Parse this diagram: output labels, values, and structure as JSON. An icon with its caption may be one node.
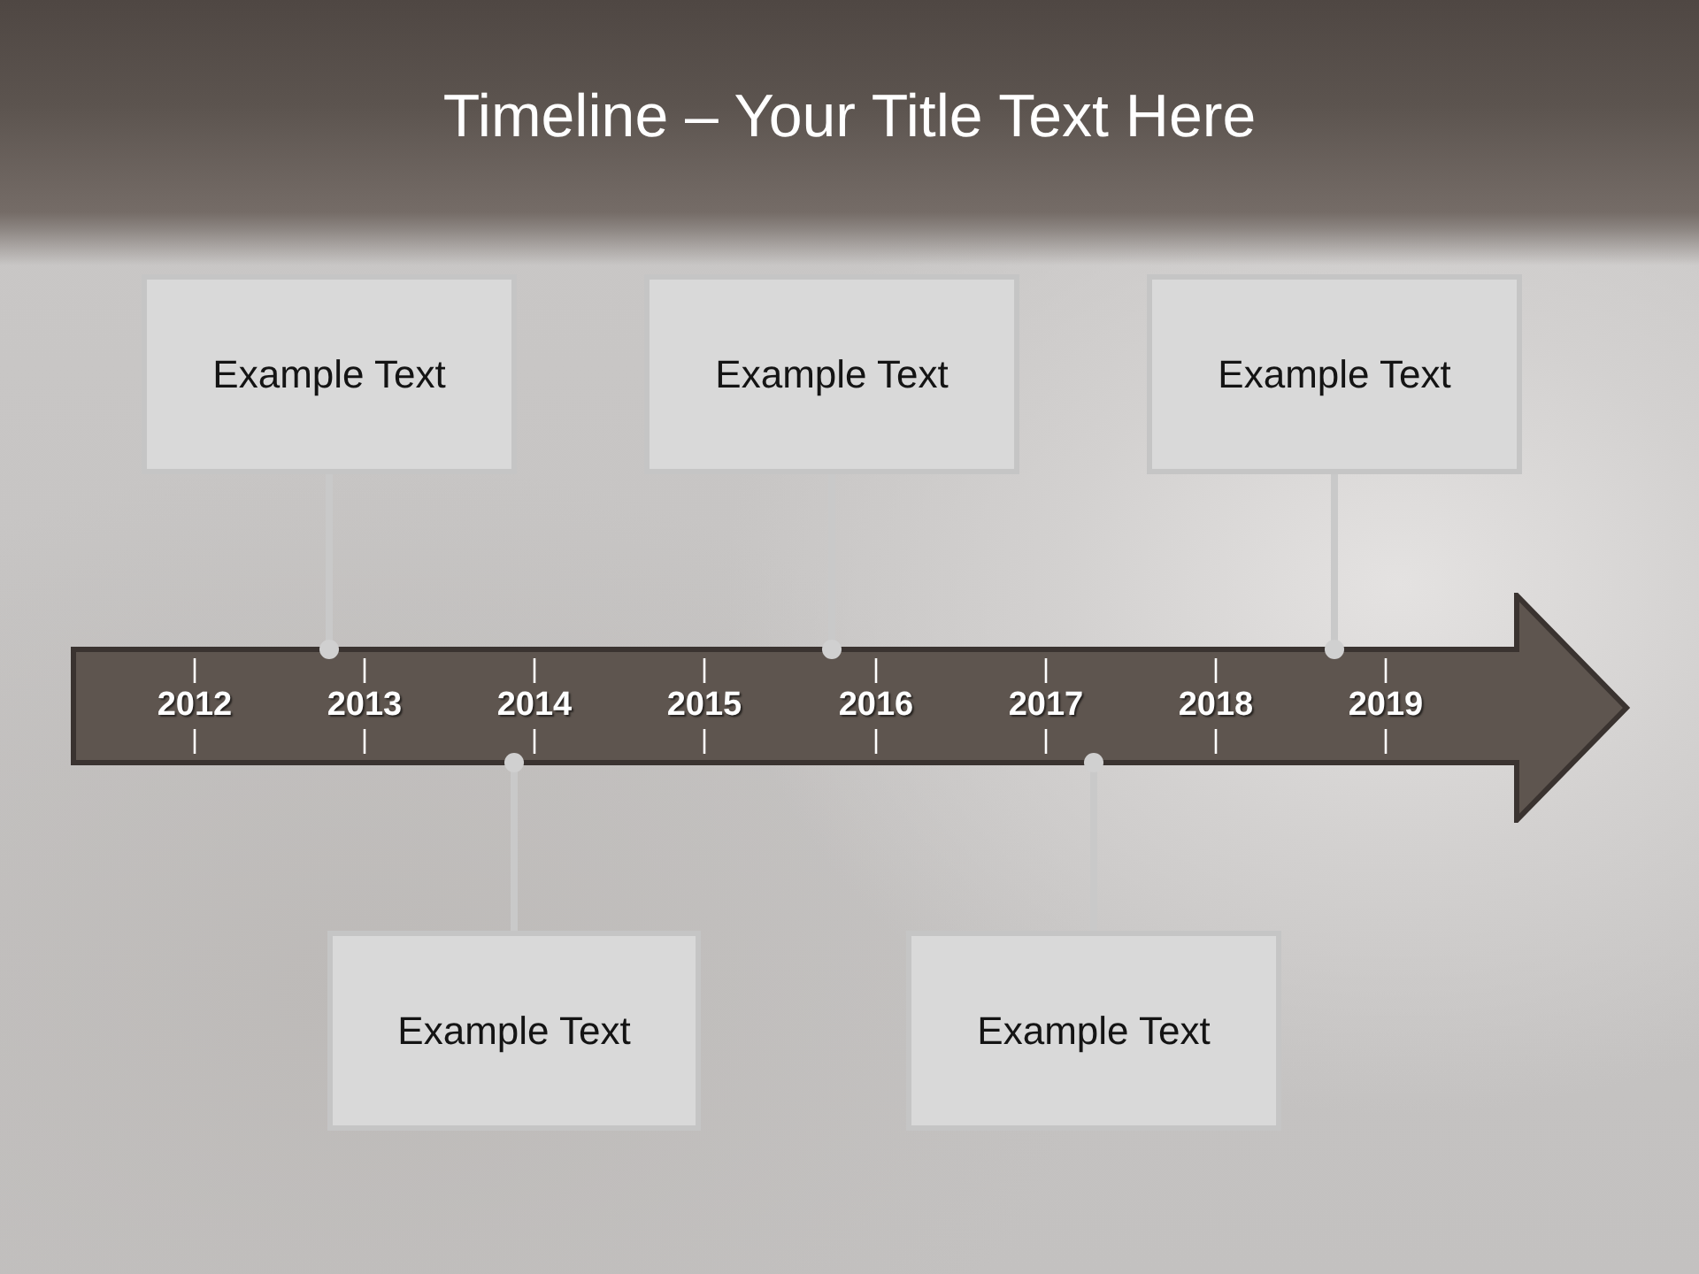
{
  "diagram": {
    "title": "Timeline – Your Title Text Here",
    "nodes": [
      {
        "text": [
          "Example Text"
        ]
      },
      {
        "text": [
          "Example Text"
        ]
      },
      {
        "text": [
          "Example Text"
        ]
      },
      {
        "text": [
          "2012",
          "2013",
          "2014",
          "2015",
          "2016",
          "2017",
          "2018",
          "2019"
        ]
      },
      {
        "text": [
          "Example Text"
        ]
      },
      {
        "text": [
          "Example Text"
        ]
      }
    ],
    "edges": [
      {
        "from": 0,
        "to": 3,
        "arrow": "other"
      },
      {
        "from": 1,
        "to": 3,
        "arrow": "other"
      },
      {
        "from": 2,
        "to": 3,
        "arrow": "other"
      },
      {
        "from": 4,
        "to": 3,
        "arrow": "other"
      },
      {
        "from": 5,
        "to": 3,
        "arrow": "other"
      }
    ]
  }
}
